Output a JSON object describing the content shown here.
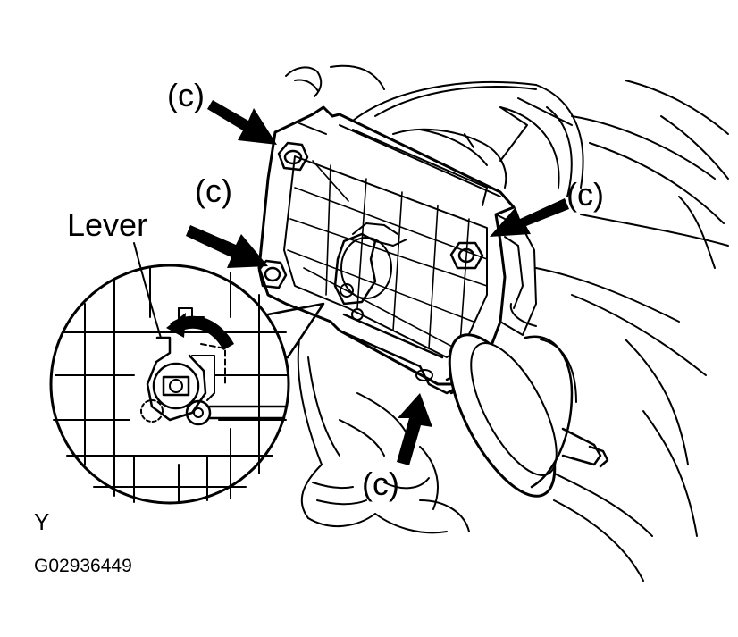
{
  "labels": {
    "fastener": "(c)",
    "lever": "Lever",
    "view": "Y",
    "figure_id": "G02936449"
  },
  "colors": {
    "line": "#000000",
    "background": "#ffffff"
  },
  "icons": [
    "arrow-icon",
    "nut-icon",
    "rotation-arrow-icon"
  ]
}
